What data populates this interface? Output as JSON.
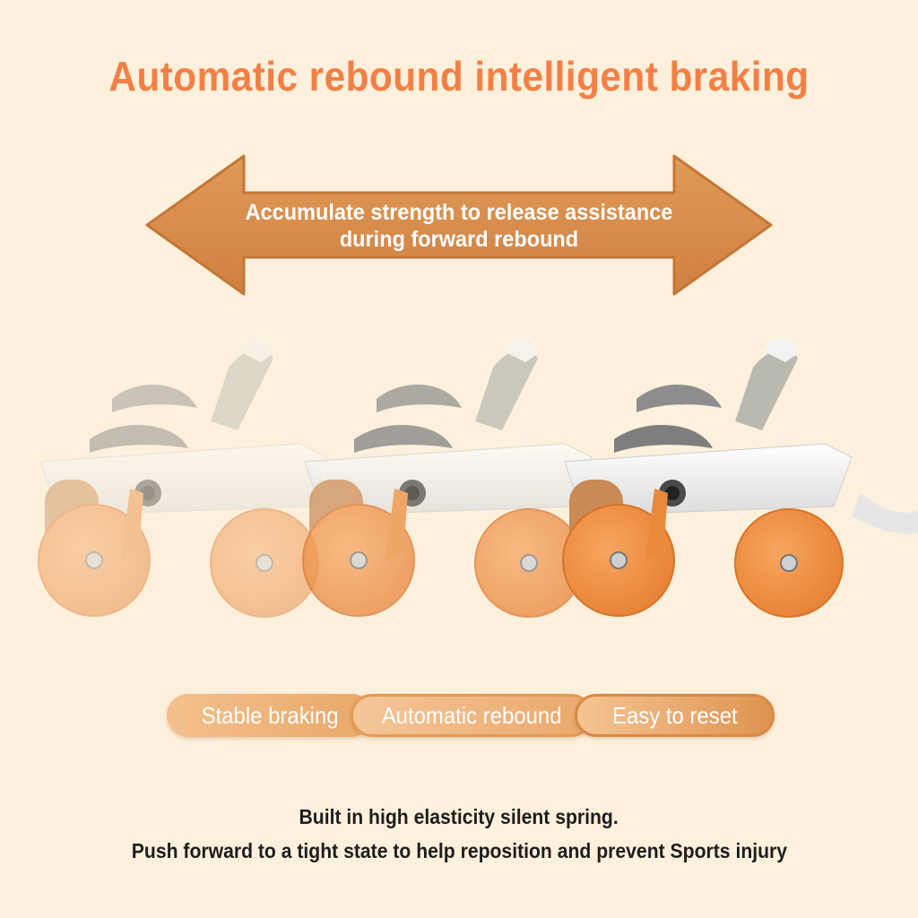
{
  "headline": "Automatic rebound intelligent braking",
  "arrow": {
    "line1": "Accumulate strength to release assistance",
    "line2": "during forward rebound",
    "color": "#d98a44"
  },
  "features": [
    {
      "label": "Stable braking"
    },
    {
      "label": "Automatic rebound"
    },
    {
      "label": "Easy to reset"
    }
  ],
  "captions": {
    "line1": "Built in high elasticity silent spring.",
    "line2": "Push forward to a tight state to help reposition and prevent Sports injury"
  },
  "colors": {
    "background": "#fdf0dc",
    "headline": "#f47f45",
    "wheel": "#f08a3e",
    "frame": "#ffffff",
    "pad": "#8c8c8c"
  }
}
